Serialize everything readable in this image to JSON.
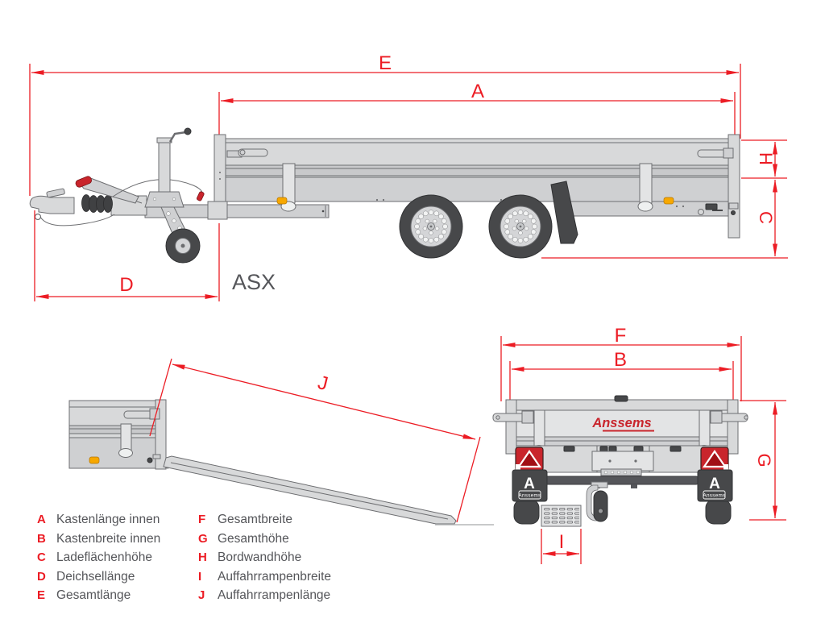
{
  "brand": {
    "logo_text": "Anssems",
    "mudflap_letter": "A",
    "mudflap_text": "Anssems"
  },
  "model_label": "ASX",
  "dims": {
    "A": "A",
    "B": "B",
    "C": "C",
    "D": "D",
    "E": "E",
    "F": "F",
    "G": "G",
    "H": "H",
    "I": "I",
    "J": "J"
  },
  "legend": {
    "items": [
      {
        "key": "A",
        "label": "Kastenlänge innen"
      },
      {
        "key": "B",
        "label": "Kastenbreite innen"
      },
      {
        "key": "C",
        "label": "Ladeflächenhöhe"
      },
      {
        "key": "D",
        "label": "Deichsellänge"
      },
      {
        "key": "E",
        "label": "Gesamtlänge"
      },
      {
        "key": "F",
        "label": "Gesamtbreite"
      },
      {
        "key": "G",
        "label": "Gesamthöhe"
      },
      {
        "key": "H",
        "label": "Bordwandhöhe"
      },
      {
        "key": "I",
        "label": "Auffahrrampenbreite"
      },
      {
        "key": "J",
        "label": "Auffahrrampenlänge"
      }
    ]
  },
  "colors": {
    "dimension_red": "#ec1c24",
    "logo_red": "#c9252c",
    "outline_gray": "#6d6e71",
    "body_light": "#d8d9da",
    "body_mid": "#cfd0d2",
    "body_band": "#c8c9cb",
    "panel_lightest": "#e3e4e5",
    "dark_gray": "#47484a",
    "text_gray": "#55565a",
    "reflector_orange": "#f7a800",
    "ground_gray": "#b5b7b9",
    "hole_white": "#f2f3f3"
  }
}
